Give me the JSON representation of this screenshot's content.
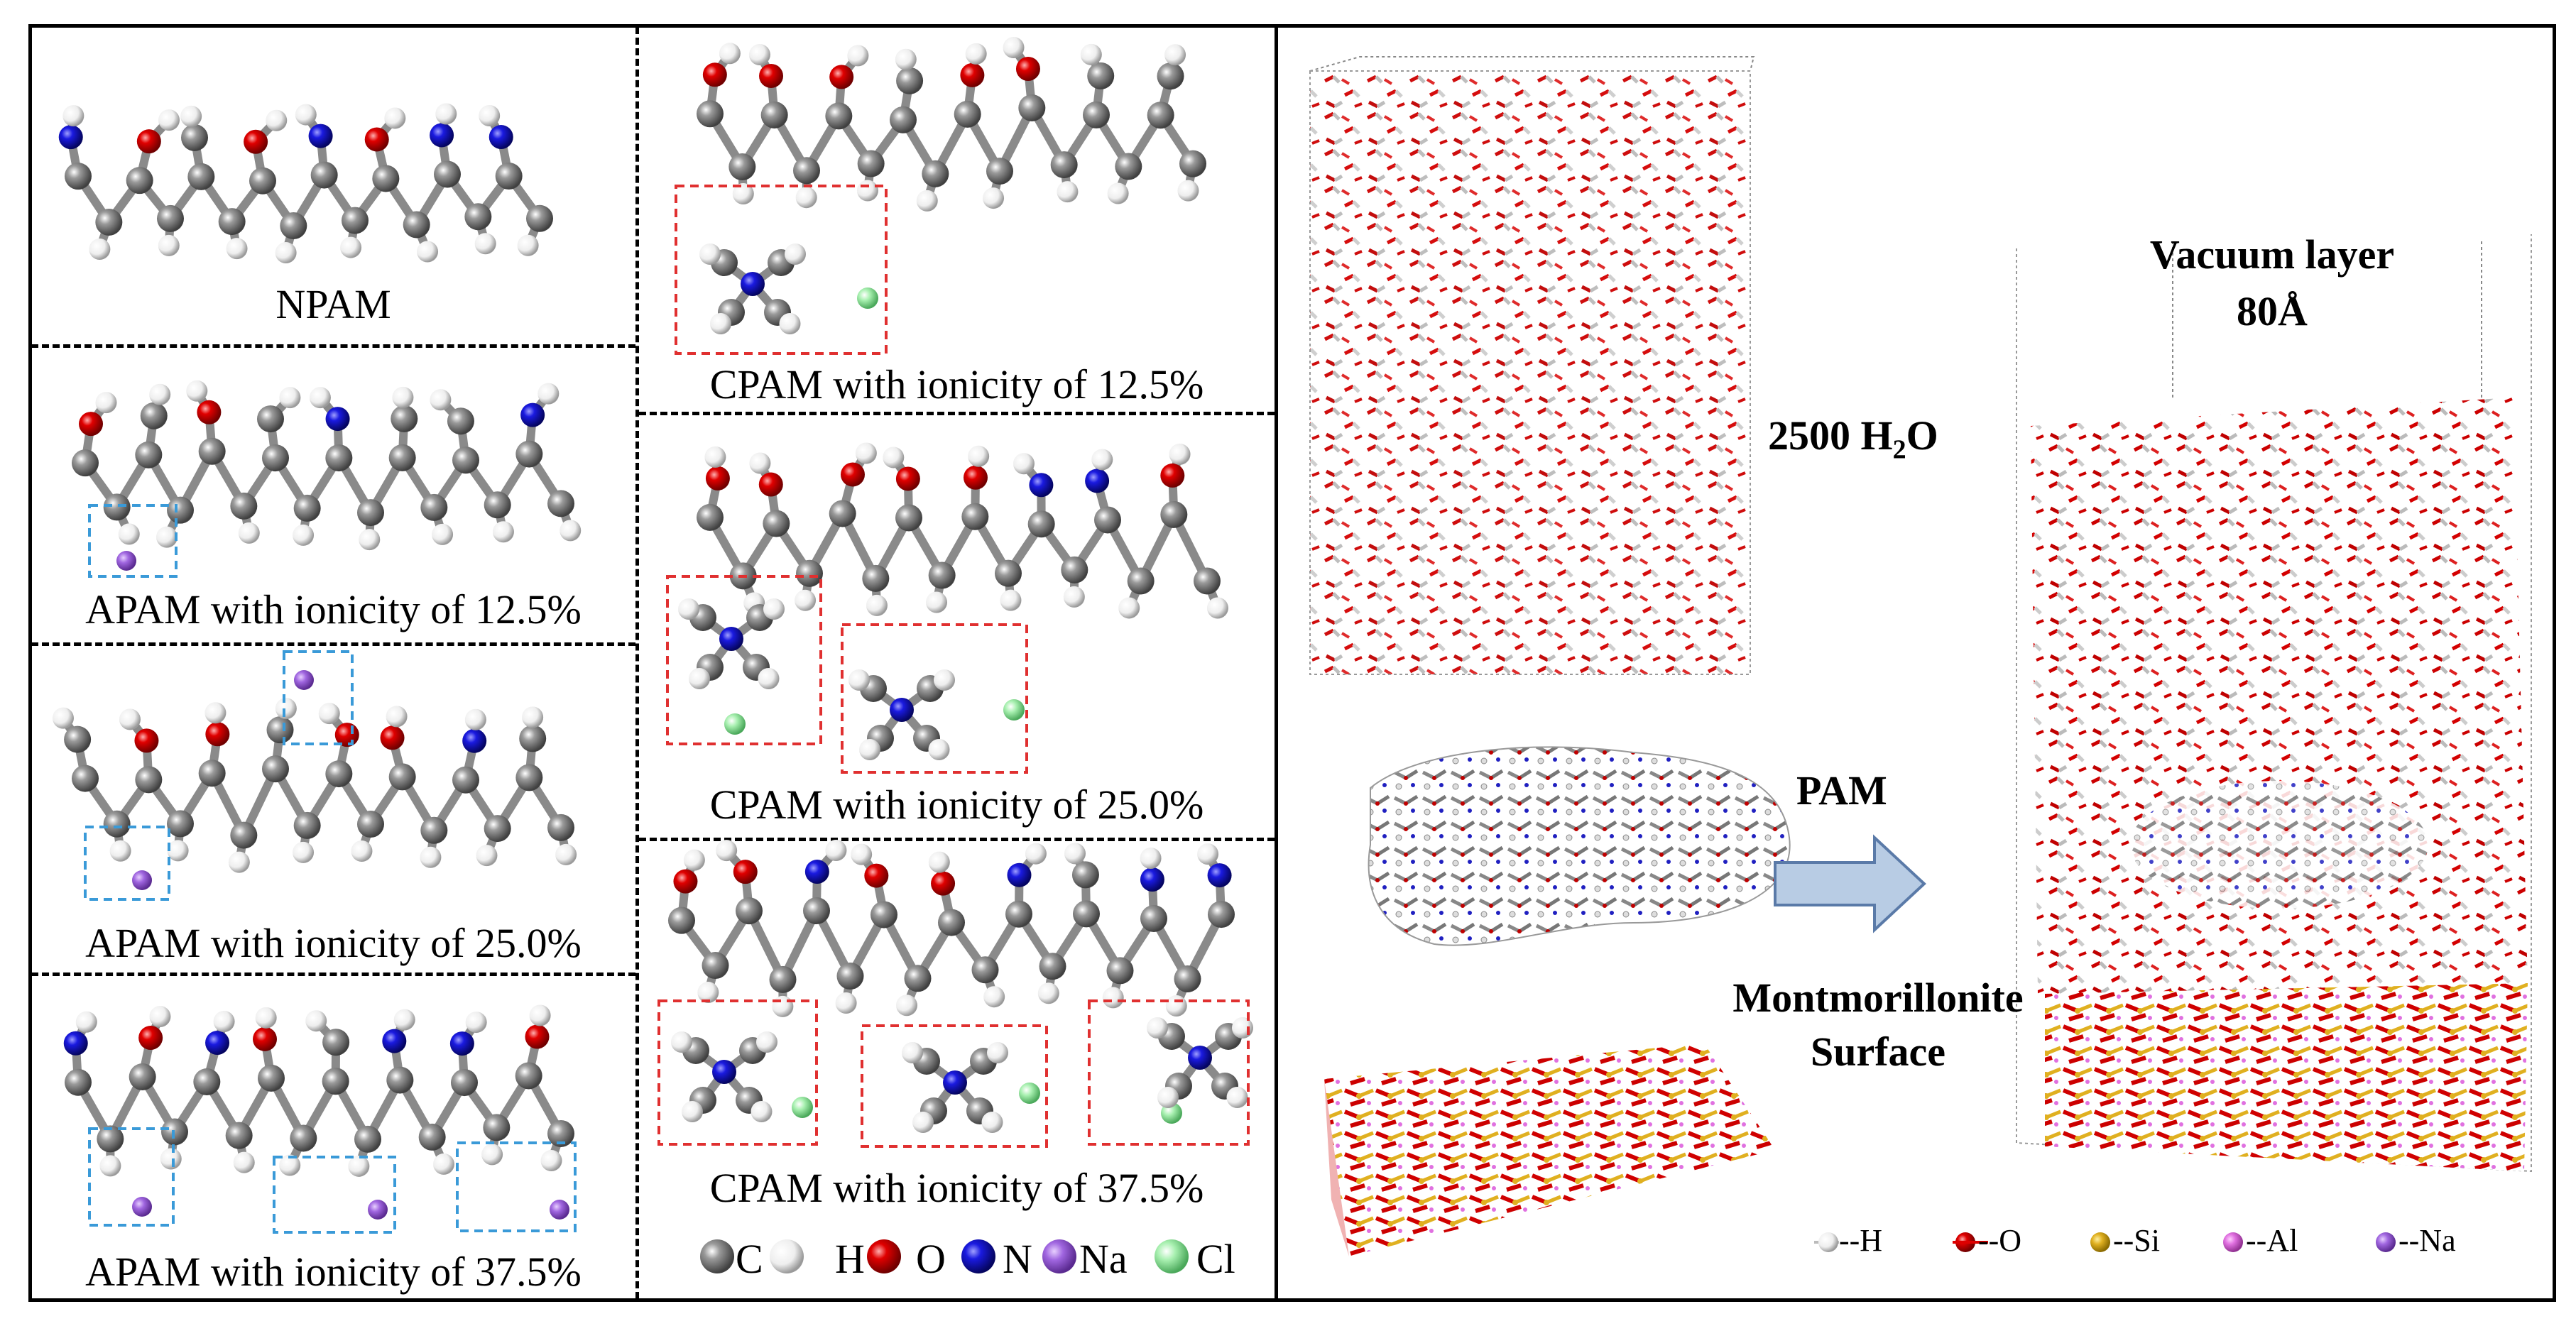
{
  "left_panel": {
    "labels": {
      "npam": "NPAM",
      "apam_125": "APAM with ionicity of 12.5%",
      "apam_250": "APAM with ionicity of 25.0%",
      "apam_375": "APAM with ionicity of 37.5%",
      "cpam_125": "CPAM with ionicity of 12.5%",
      "cpam_250": "CPAM with ionicity of 25.0%",
      "cpam_375": "CPAM with ionicity of 37.5%"
    },
    "atom_legend": [
      {
        "symbol": "C",
        "color": "#7a7a7a"
      },
      {
        "symbol": "H",
        "color": "#f4f4f4"
      },
      {
        "symbol": "O",
        "color": "#d40000"
      },
      {
        "symbol": "N",
        "color": "#1414d0"
      },
      {
        "symbol": "Na",
        "color": "#9a5ad8"
      },
      {
        "symbol": "Cl",
        "color": "#9fe8a8"
      }
    ]
  },
  "right_panel": {
    "water_label_main": "2500 H",
    "water_label_sub": "2",
    "water_label_tail": "O",
    "pam_label": "PAM",
    "surface_label_line1": "Montmorillonite",
    "surface_label_line2": "Surface",
    "vacuum_label_line1": "Vacuum layer",
    "vacuum_label_line2": "80Å",
    "surface_legend": [
      {
        "label": "--H",
        "color": "#f0f0f0"
      },
      {
        "label": "--O",
        "color": "#d40000"
      },
      {
        "label": "--Si",
        "color": "#e0b020"
      },
      {
        "label": "--Al",
        "color": "#e070e0"
      },
      {
        "label": "--Na",
        "color": "#9a5ad8"
      }
    ]
  },
  "colors": {
    "carbon": "#7a7a7a",
    "hydrogen": "#f4f4f4",
    "oxygen": "#d40000",
    "nitrogen": "#1414d0",
    "sodium": "#9a5ad8",
    "chlorine": "#9fe8a8",
    "silicon": "#e0b020",
    "aluminum": "#e070e0",
    "anion_box": "#3a9ad8",
    "cation_box": "#e03030",
    "arrow": "#b8cce4"
  }
}
